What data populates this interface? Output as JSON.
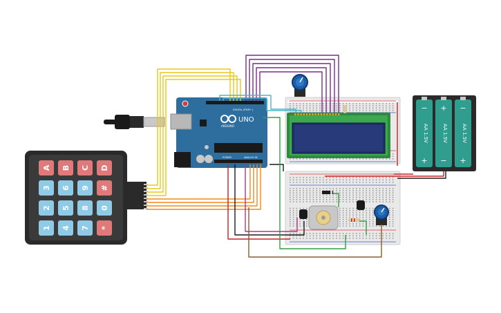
{
  "keypad": {
    "keys": [
      [
        "A",
        "3",
        "2",
        "1"
      ],
      [
        "B",
        "6",
        "5",
        "4"
      ],
      [
        "C",
        "9",
        "8",
        "7"
      ],
      [
        "D",
        "#",
        "0",
        "*"
      ]
    ],
    "letter_key_color": "#e07a7a",
    "number_key_color": "#8fcbe6"
  },
  "arduino": {
    "board_label": "UNO",
    "brand_label": "ARDUINO",
    "digital_label": "DIGITAL (PWM~)",
    "power_label": "POWER",
    "analog_label": "ANALOG IN",
    "board_color": "#2e6e9e"
  },
  "battery": {
    "cells": [
      "AA 1.5V",
      "AA 1.5V",
      "AA 1.5V"
    ],
    "cell_color": "#2f9e8f"
  },
  "lcd": {
    "screen_color": "#1f2f6b",
    "pcb_color": "#2e8b3e"
  },
  "wire_colors": {
    "yellow": "#e8c81a",
    "orange": "#ef8a1c",
    "purple": "#7a2a8c",
    "cyan": "#49b8c8",
    "red": "#c82020",
    "black": "#1a1a1a",
    "green": "#2ea040",
    "brown": "#8a5a2a",
    "magenta": "#b8308c"
  }
}
